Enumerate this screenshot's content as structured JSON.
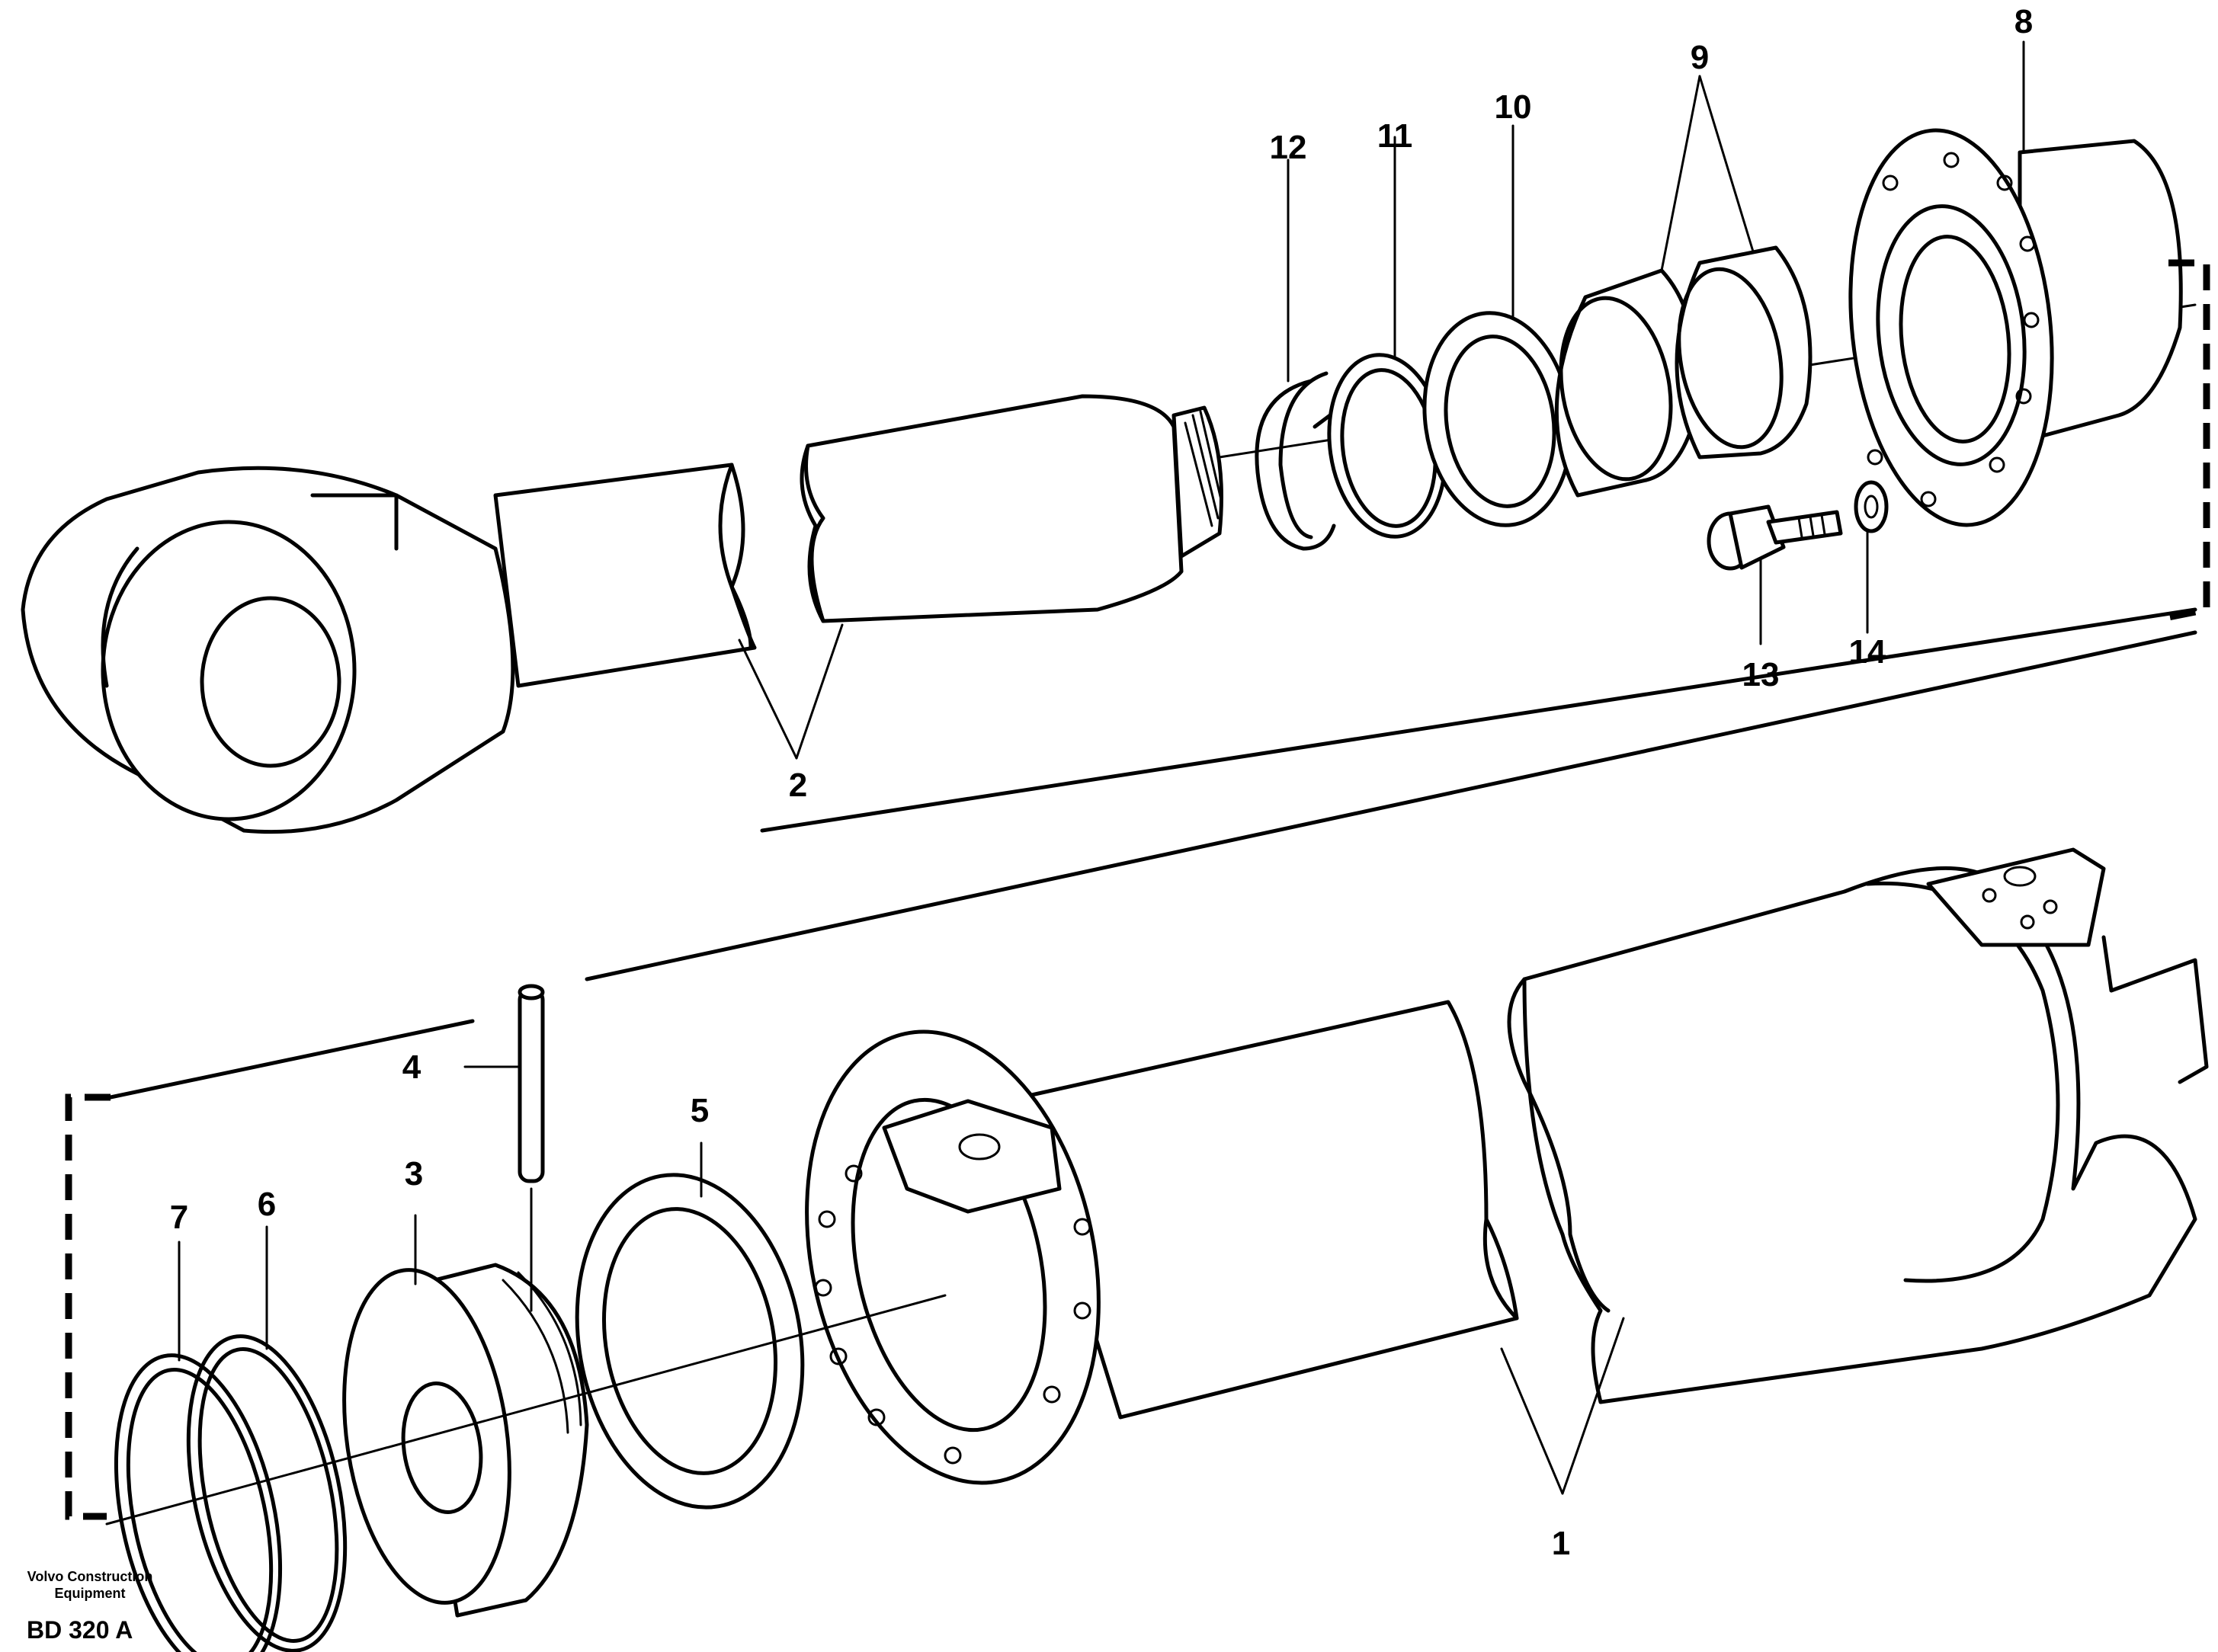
{
  "callouts": {
    "c1": "1",
    "c2": "2",
    "c3": "3",
    "c4": "4",
    "c5": "5",
    "c6": "6",
    "c7": "7",
    "c8": "8",
    "c9": "9",
    "c10": "10",
    "c11": "11",
    "c12": "12",
    "c13": "13",
    "c14": "14"
  },
  "footer": {
    "brand_line1": "Volvo Construction",
    "brand_line2": "Equipment",
    "code": "BD 320 A"
  }
}
